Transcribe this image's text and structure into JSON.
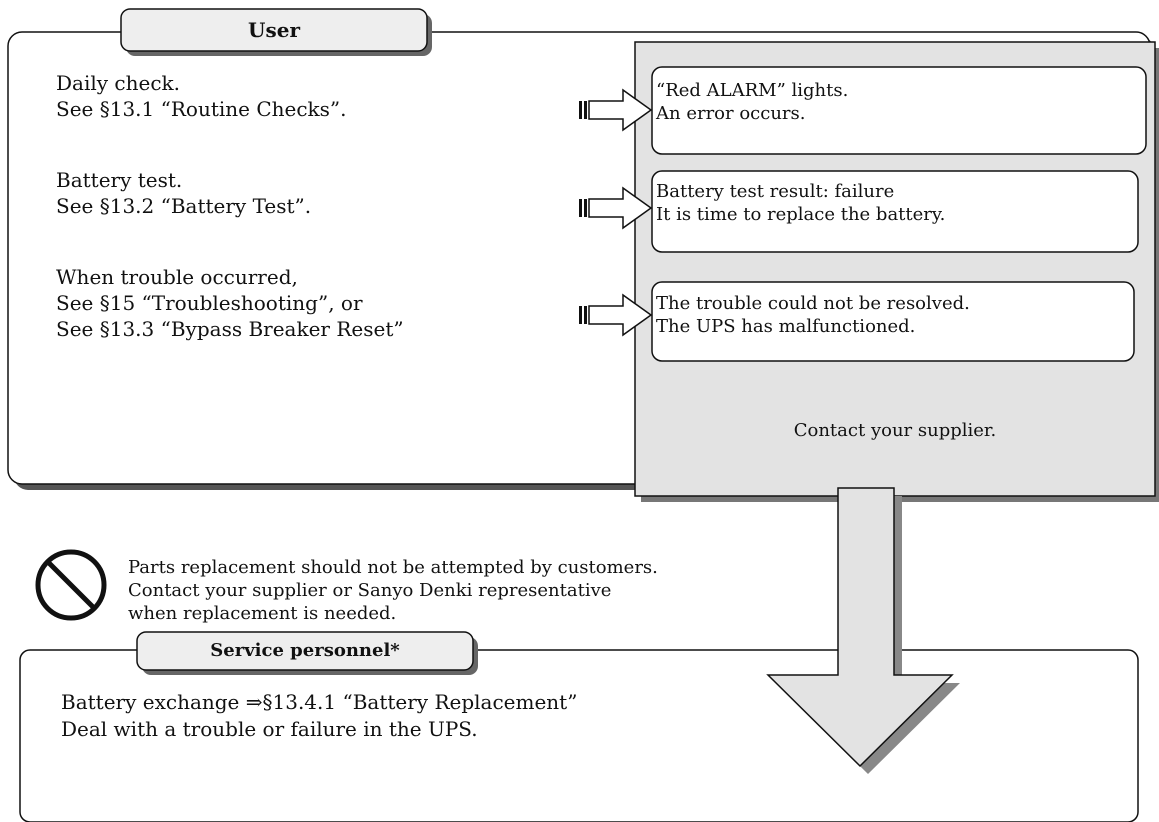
{
  "user_panel": {
    "title": "User",
    "daily": [
      "Daily check.",
      "See §13.1 “Routine Checks”."
    ],
    "battery": [
      "Battery test.",
      "See §13.2 “Battery Test”."
    ],
    "trouble": [
      "When trouble occurred,",
      "See §15 “Troubleshooting”, or",
      "See §13.3 “Bypass Breaker Reset”"
    ]
  },
  "callouts": [
    {
      "lines": [
        "“Red ALARM” lights.",
        "An error occurs."
      ]
    },
    {
      "lines": [
        "Battery test result: failure",
        "It is time to replace the battery."
      ]
    },
    {
      "lines": [
        "The trouble could not be resolved.",
        "The UPS has malfunctioned."
      ]
    }
  ],
  "contact": "Contact your supplier.",
  "notice": {
    "icon": "prohibition-icon",
    "lines": [
      "Parts replacement should not be attempted by customers.",
      "Contact your supplier or Sanyo Denki representative",
      "when replacement is needed."
    ]
  },
  "service_panel": {
    "title": "Service personnel*",
    "lines": [
      "Battery exchange ⇒§13.4.1 “Battery Replacement”",
      "Deal with a trouble or failure in the UPS."
    ]
  },
  "colors": {
    "panel_fill": "#ffffff",
    "gray_fill": "#e3e3e3",
    "tab_fill": "#eeeeee",
    "stroke": "#111111"
  }
}
